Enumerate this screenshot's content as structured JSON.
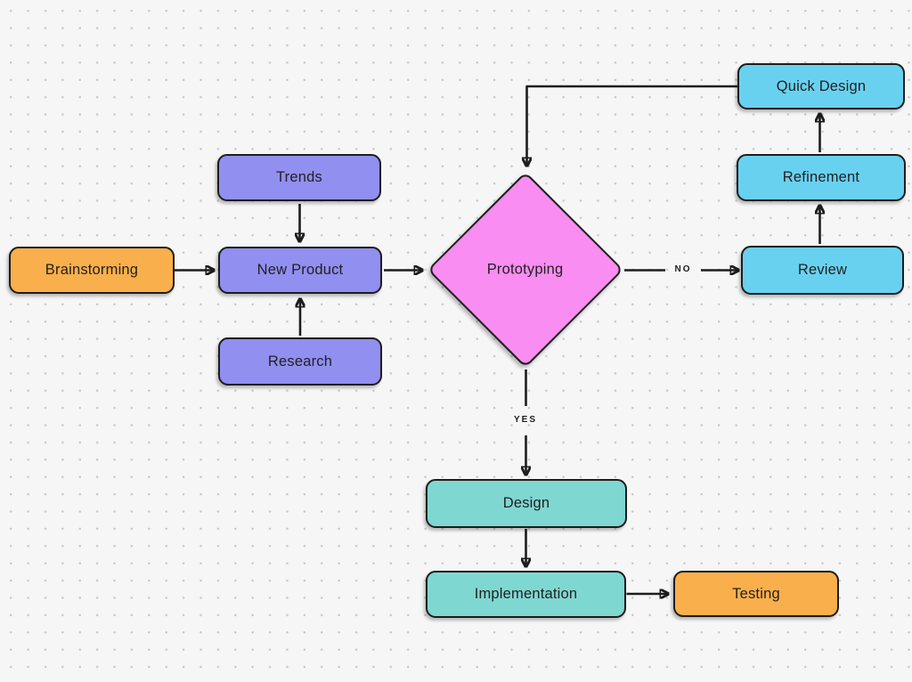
{
  "colors": {
    "background": "#f5f6f5",
    "dot": "#c8cac9",
    "stroke": "#1d1d1d",
    "orange": "#f9af4b",
    "purple": "#918ff0",
    "pink": "#f98df1",
    "cyan": "#69d1f0",
    "teal": "#7fd7d1"
  },
  "nodes": {
    "brainstorming": {
      "label": "Brainstorming",
      "shape": "rounded-rect",
      "fill": "#f9af4b"
    },
    "trends": {
      "label": "Trends",
      "shape": "rounded-rect",
      "fill": "#918ff0"
    },
    "new_product": {
      "label": "New Product",
      "shape": "rounded-rect",
      "fill": "#918ff0"
    },
    "research": {
      "label": "Research",
      "shape": "rounded-rect",
      "fill": "#918ff0"
    },
    "prototyping": {
      "label": "Prototyping",
      "shape": "diamond",
      "fill": "#f98df1"
    },
    "quick_design": {
      "label": "Quick Design",
      "shape": "rounded-rect",
      "fill": "#69d1f0"
    },
    "refinement": {
      "label": "Refinement",
      "shape": "rounded-rect",
      "fill": "#69d1f0"
    },
    "review": {
      "label": "Review",
      "shape": "rounded-rect",
      "fill": "#69d1f0"
    },
    "design": {
      "label": "Design",
      "shape": "rounded-rect",
      "fill": "#7fd7d1"
    },
    "implementation": {
      "label": "Implementation",
      "shape": "rounded-rect",
      "fill": "#7fd7d1"
    },
    "testing": {
      "label": "Testing",
      "shape": "rounded-rect",
      "fill": "#f9af4b"
    }
  },
  "edge_labels": {
    "no": "NO",
    "yes": "YES"
  },
  "edges": [
    {
      "from": "brainstorming",
      "to": "new_product"
    },
    {
      "from": "trends",
      "to": "new_product"
    },
    {
      "from": "research",
      "to": "new_product"
    },
    {
      "from": "new_product",
      "to": "prototyping"
    },
    {
      "from": "prototyping",
      "to": "review",
      "label": "NO"
    },
    {
      "from": "review",
      "to": "refinement"
    },
    {
      "from": "refinement",
      "to": "quick_design"
    },
    {
      "from": "quick_design",
      "to": "prototyping"
    },
    {
      "from": "prototyping",
      "to": "design",
      "label": "YES"
    },
    {
      "from": "design",
      "to": "implementation"
    },
    {
      "from": "implementation",
      "to": "testing"
    }
  ]
}
